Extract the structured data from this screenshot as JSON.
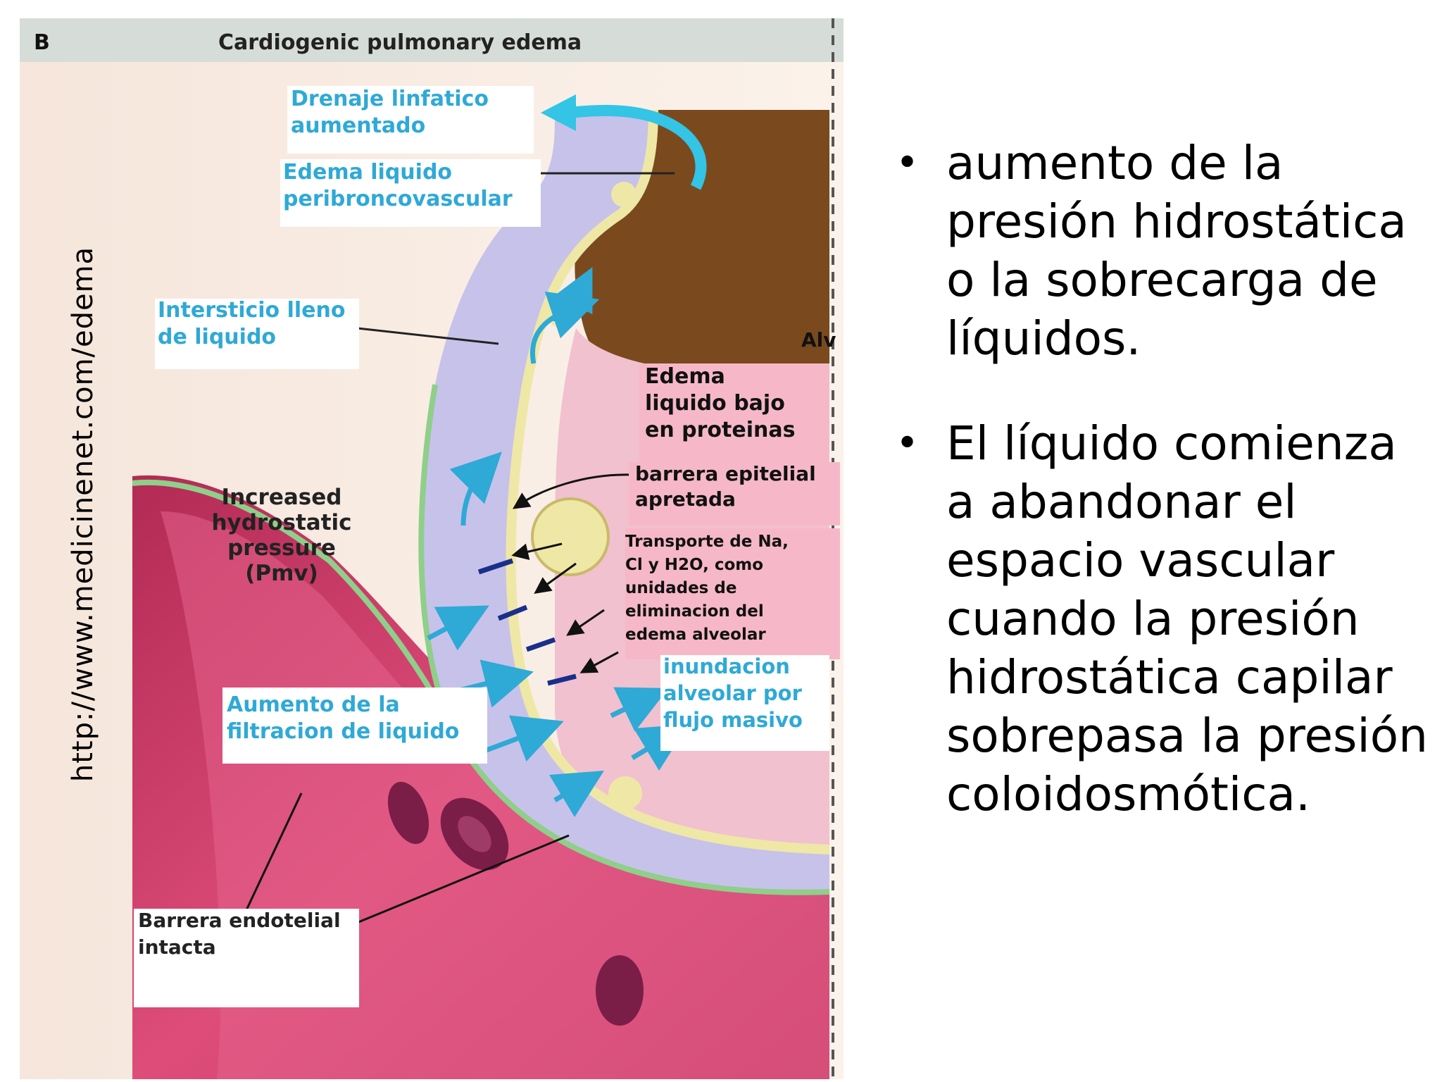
{
  "figure": {
    "panel_letter": "B",
    "title": "Cardiogenic pulmonary edema",
    "labels": {
      "drenaje": [
        "Drenaje linfatico",
        "aumentado"
      ],
      "edema_peri": [
        "Edema liquido",
        "peribroncovascular"
      ],
      "intersticio": [
        "Intersticio lleno",
        "de liquido"
      ],
      "alveolus_cut": "Alv",
      "edema_bajo": [
        "Edema",
        "liquido bajo",
        "en proteinas"
      ],
      "barrera_epitelial": [
        "barrera epitelial",
        "apretada"
      ],
      "transporte": [
        "Transporte de Na,",
        "Cl y H2O, como",
        "unidades de",
        "eliminacion del",
        "edema alveolar"
      ],
      "increased": [
        "Increased",
        "hydrostatic",
        "pressure",
        "(Pmv)"
      ],
      "inundacion": [
        "inundacion",
        "alveolar por",
        "flujo masivo"
      ],
      "aumento_filtracion": [
        "Aumento de la",
        "filtracion de liquido"
      ],
      "barrera_endotelial": [
        "Barrera endotelial",
        "intacta"
      ]
    },
    "colors": {
      "accent_blue": "#2fa9d6",
      "pink_box": "#f6b8c8",
      "vessel": "#d83f6e",
      "interstitium": "#c7c2ea",
      "alveolus": "#7a4a1e"
    }
  },
  "source_url": "http://www.medicinenet.com/edema",
  "bullets": [
    "aumento de la presión hidrostática o la sobrecarga de líquidos.",
    "El líquido comienza a abandonar el espacio vascular cuando la presión hidrostática capilar sobrepasa la presión coloidosmótica."
  ]
}
